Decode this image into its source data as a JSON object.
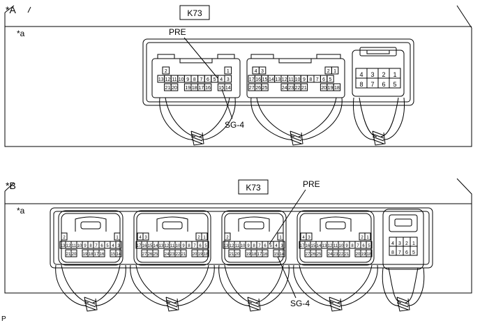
{
  "figure_code": "P",
  "views": [
    {
      "id": "A",
      "label": "*A",
      "sub_label": "*a",
      "connector_code": "K73",
      "callouts": {
        "upper": "PRE",
        "lower": "SG-4"
      },
      "connectors": [
        {
          "top_left": "2",
          "top_right": "1",
          "row1": [
            "13",
            "12",
            "11",
            "10",
            "9",
            "8",
            "7",
            "6",
            "5",
            "4",
            "3"
          ],
          "row2": [
            "21",
            "20",
            "19",
            "18",
            "17",
            "16",
            "15",
            "14"
          ]
        },
        {
          "top_left": "4 3",
          "top_right": "2 1",
          "row1": [
            "17",
            "16",
            "15",
            "14",
            "13",
            "12",
            "11",
            "10",
            "9",
            "8",
            "7",
            "6",
            "5"
          ],
          "row2": [
            "27",
            "26",
            "25",
            "24",
            "23",
            "22",
            "21",
            "20",
            "19",
            "18"
          ]
        },
        {
          "row1": [
            "4",
            "3",
            "2",
            "1"
          ],
          "row2": [
            "8",
            "7",
            "6",
            "5"
          ]
        }
      ]
    },
    {
      "id": "B",
      "label": "*B",
      "sub_label": "*a",
      "connector_code": "K73",
      "callouts": {
        "upper": "PRE",
        "lower": "SG-4"
      },
      "connectors": [
        {
          "top_left": "2",
          "top_right": "1",
          "row1": [
            "13",
            "12",
            "11",
            "10",
            "9",
            "8",
            "7",
            "6",
            "5",
            "4",
            "3"
          ],
          "row2": [
            "21",
            "20",
            "19",
            "18",
            "17",
            "16",
            "15",
            "14"
          ]
        },
        {
          "top_left": "4 3",
          "top_right": "2 1",
          "row1": [
            "17",
            "16",
            "15",
            "14",
            "13",
            "12",
            "11",
            "10",
            "9",
            "8",
            "7",
            "6",
            "5"
          ],
          "row2": [
            "27",
            "26",
            "25",
            "24",
            "23",
            "22",
            "21",
            "20",
            "19",
            "18"
          ]
        },
        {
          "top_left": "2",
          "top_right": "1",
          "row1": [
            "13",
            "12",
            "11",
            "10",
            "9",
            "8",
            "7",
            "6",
            "5",
            "4",
            "3"
          ],
          "row2": [
            "21",
            "20",
            "19",
            "18",
            "17",
            "16",
            "15",
            "14"
          ]
        },
        {
          "top_left": "4 3",
          "top_right": "2 1",
          "row1": [
            "17",
            "16",
            "15",
            "14",
            "13",
            "12",
            "11",
            "10",
            "9",
            "8",
            "7",
            "6",
            "5"
          ],
          "row2": [
            "27",
            "26",
            "25",
            "24",
            "23",
            "22",
            "21",
            "20",
            "19",
            "18"
          ]
        },
        {
          "row1": [
            "4",
            "3",
            "2",
            "1"
          ],
          "row2": [
            "8",
            "7",
            "6",
            "5"
          ]
        }
      ]
    }
  ]
}
